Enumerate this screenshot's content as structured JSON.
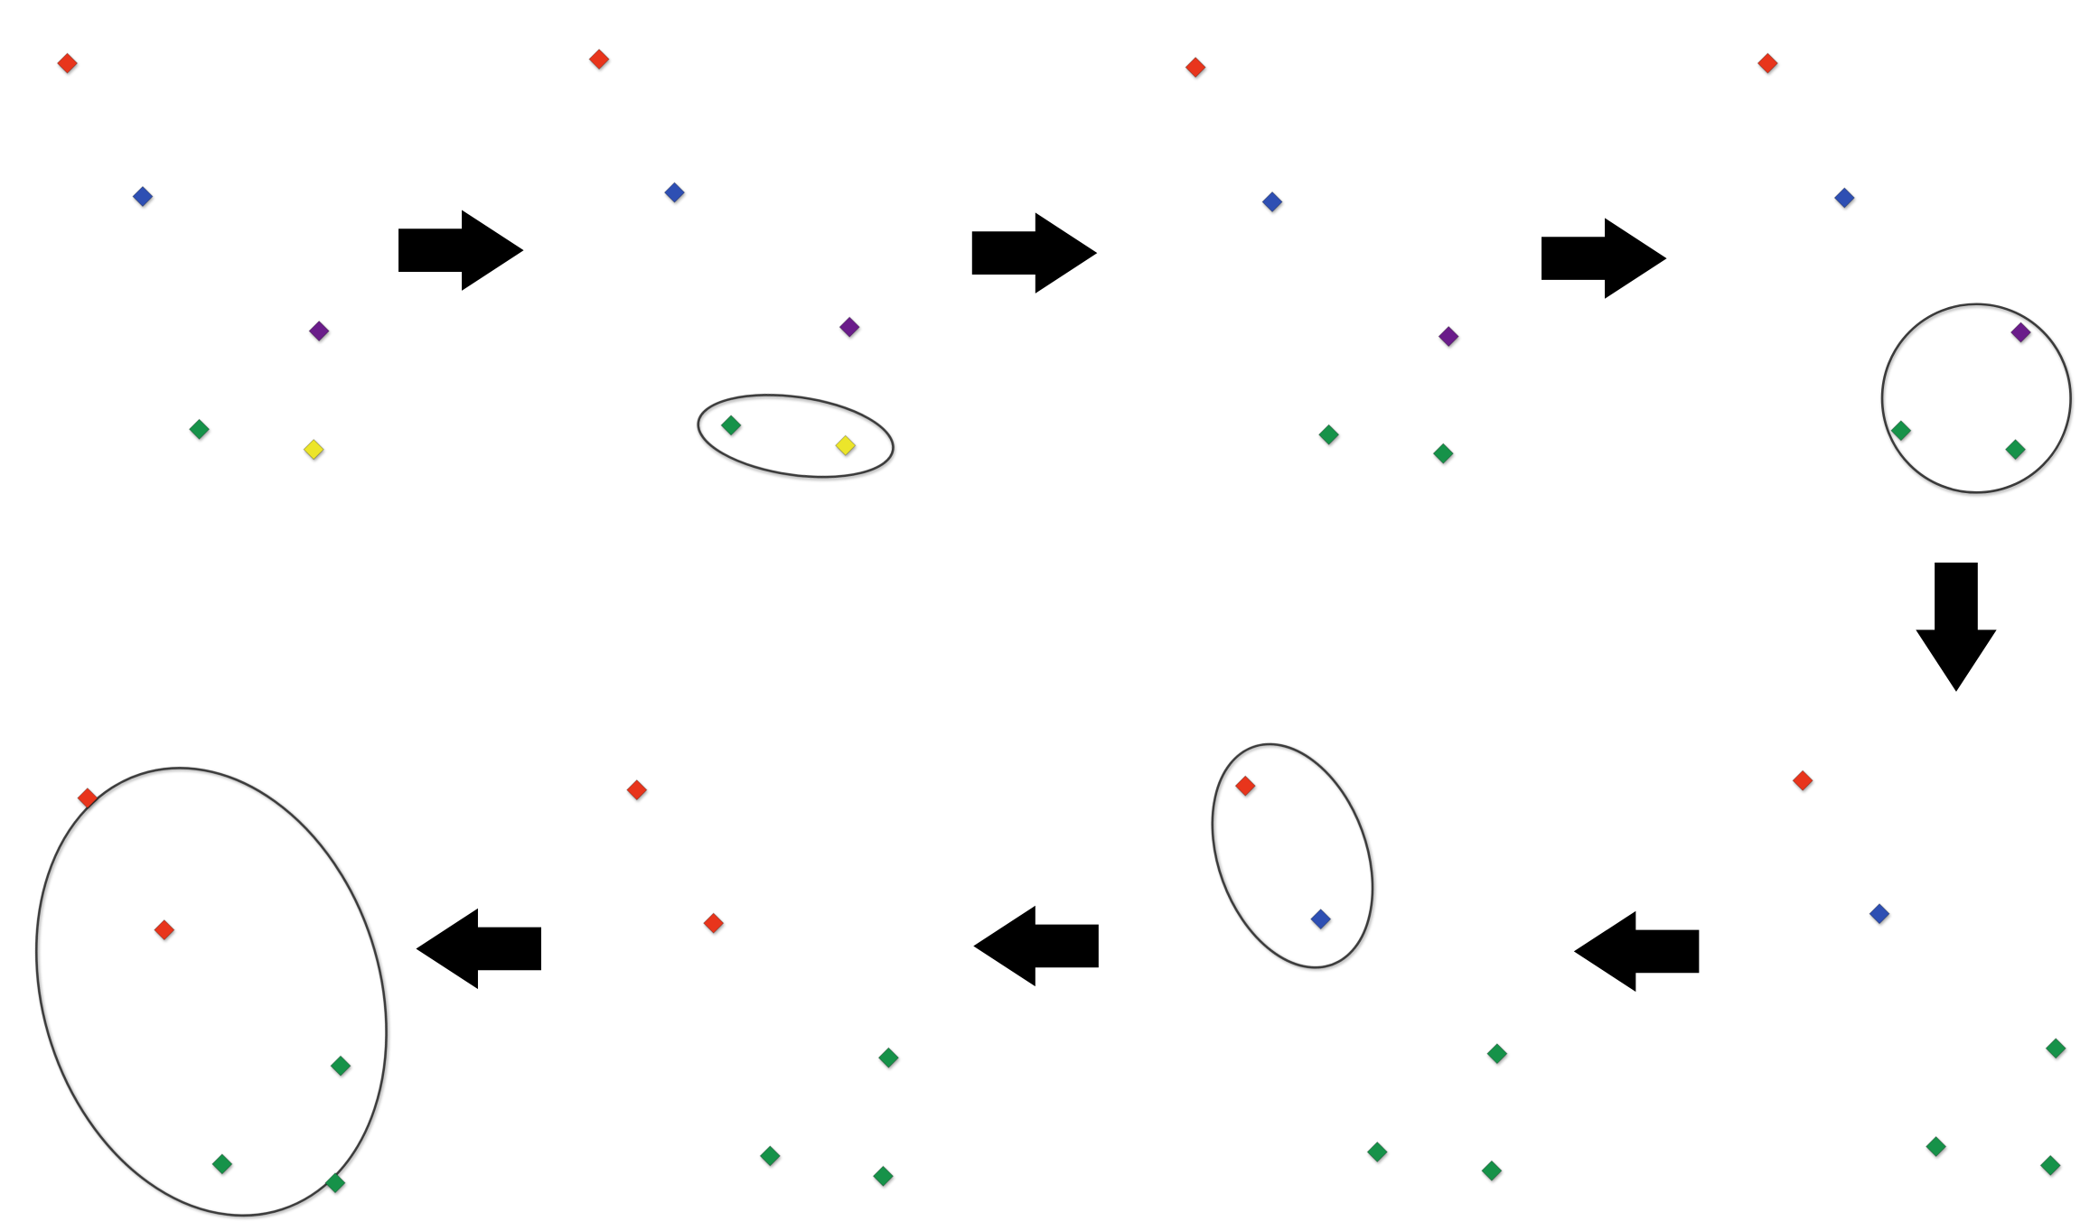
{
  "colors": {
    "red": "#e8361e",
    "blue": "#2f4fb3",
    "purple": "#6b1f8a",
    "green": "#19924a",
    "yellow": "#ece52c",
    "arrow": "#000000",
    "ellipse_stroke": "#3a3a3a"
  },
  "panels": [
    {
      "step": 1,
      "points": [
        "red",
        "blue",
        "purple",
        "green",
        "yellow"
      ],
      "highlighted": []
    },
    {
      "step": 2,
      "points": [
        "red",
        "blue",
        "purple",
        "green",
        "yellow"
      ],
      "highlighted": [
        "green",
        "yellow"
      ]
    },
    {
      "step": 3,
      "points": [
        "red",
        "blue",
        "purple",
        "green",
        "green"
      ],
      "highlighted": []
    },
    {
      "step": 4,
      "points": [
        "red",
        "blue",
        "purple",
        "green",
        "green"
      ],
      "highlighted": [
        "purple",
        "green",
        "green"
      ]
    },
    {
      "step": 5,
      "points": [
        "red",
        "blue",
        "green",
        "green",
        "green"
      ],
      "highlighted": []
    },
    {
      "step": 6,
      "points": [
        "red",
        "blue",
        "green",
        "green",
        "green"
      ],
      "highlighted": [
        "red",
        "blue"
      ]
    },
    {
      "step": 7,
      "points": [
        "red",
        "red",
        "green",
        "green",
        "green"
      ],
      "highlighted": []
    },
    {
      "step": 8,
      "points": [
        "red",
        "red",
        "green",
        "green",
        "green"
      ],
      "highlighted": [
        "red",
        "red",
        "green",
        "green",
        "green"
      ]
    }
  ],
  "arrows": [
    "right",
    "right",
    "right",
    "down",
    "left",
    "left",
    "left"
  ]
}
